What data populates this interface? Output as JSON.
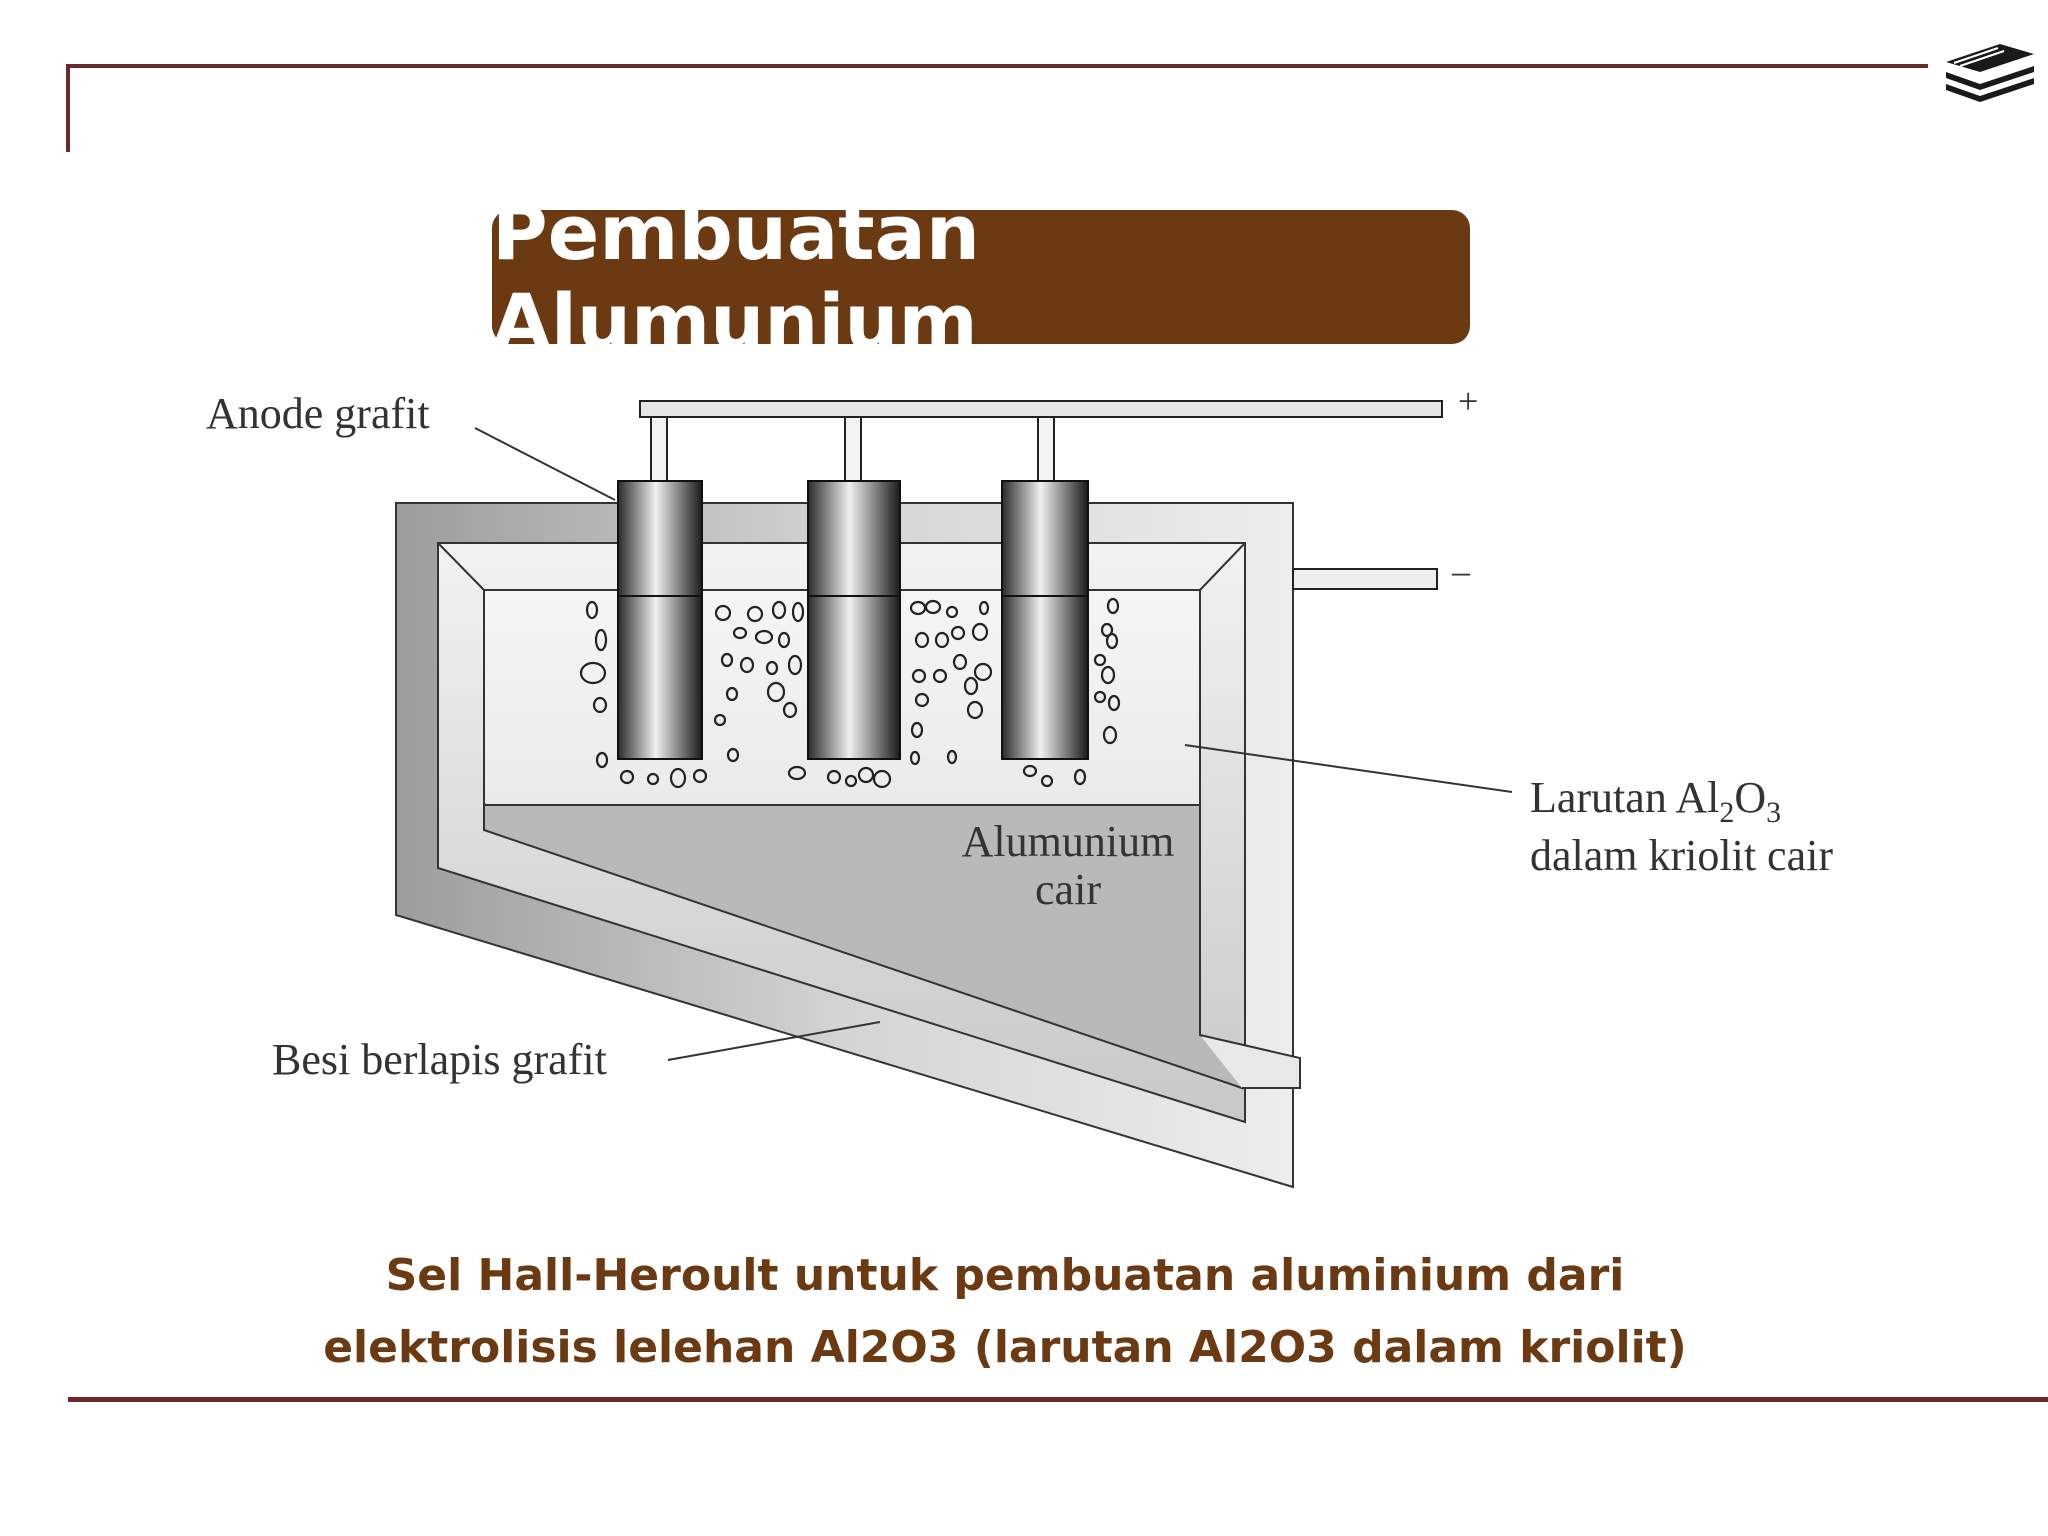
{
  "title": "Pembuatan Alumunium",
  "diagram": {
    "anode_label": "Anode grafit",
    "plus_sign": "+",
    "minus_sign": "–",
    "solution_label": {
      "line1_prefix": "Larutan Al",
      "sub1": "2",
      "mid": "O",
      "sub2": "3",
      "line2": "dalam kriolit cair"
    },
    "aluminium_label": {
      "line1": "Alumunium",
      "line2": "cair"
    },
    "liner_label": "Besi berlapis grafit"
  },
  "caption": {
    "line1": "Sel Hall-Heroult untuk pembuatan aluminium dari",
    "line2": "elektrolisis lelehan Al2O3 (larutan Al2O3 dalam kriolit)"
  },
  "logo_icon": "book-stack-icon",
  "colors": {
    "title_bg": "#6b3a12",
    "caption": "#6b3a12",
    "rules": "#6b2a2a"
  }
}
